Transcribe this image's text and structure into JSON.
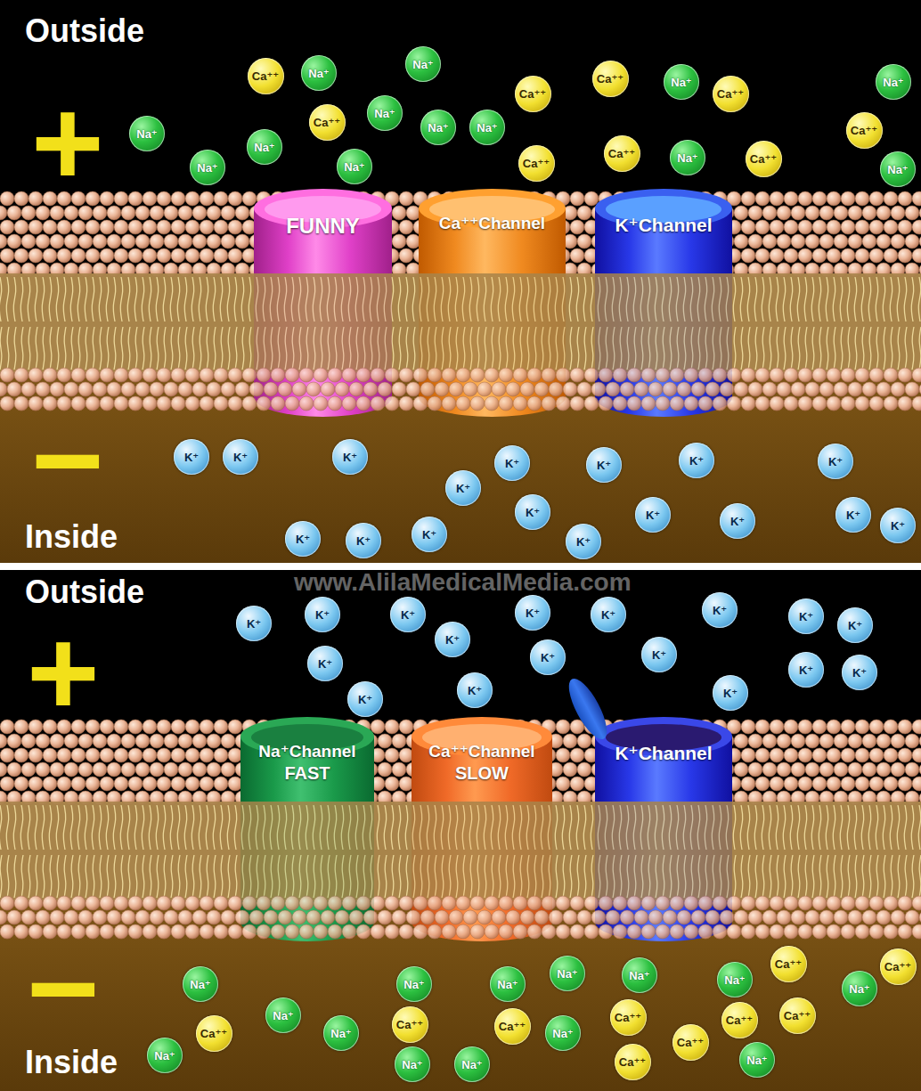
{
  "diagram": {
    "nodes": [
      {
        "text": [
          "Ca⁺⁺"
        ]
      },
      {
        "text": [
          "Na⁺"
        ]
      },
      {
        "text": [
          "Na⁺"
        ]
      },
      {
        "text": [
          "Ca⁺⁺"
        ]
      },
      {
        "text": [
          "Ca⁺⁺"
        ]
      },
      {
        "text": [
          "Na⁺"
        ]
      },
      {
        "text": [
          "Ca⁺⁺"
        ]
      },
      {
        "text": [
          "Na⁺"
        ]
      },
      {
        "text": [
          "Na⁺"
        ]
      },
      {
        "text": [
          "Ca⁺⁺"
        ]
      },
      {
        "text": [
          "Na⁺"
        ]
      },
      {
        "text": [
          "Na⁺"
        ]
      },
      {
        "text": [
          "Na⁺"
        ]
      },
      {
        "text": [
          "Ca⁺⁺"
        ]
      },
      {
        "text": [
          "Na⁺"
        ]
      },
      {
        "text": [
          "Na⁺"
        ]
      },
      {
        "text": [
          "Na⁺"
        ]
      },
      {
        "text": [
          "Ca⁺⁺"
        ]
      },
      {
        "text": [
          "Ca⁺⁺"
        ]
      },
      {
        "text": [
          "Na⁺"
        ]
      },
      {
        "text": [
          "Ca⁺⁺"
        ]
      },
      {
        "text": [
          "Na⁺"
        ]
      },
      {
        "text": [
          "FUNNY"
        ]
      },
      {
        "text": [
          "Ca⁺⁺Channel"
        ]
      },
      {
        "text": [
          "K⁺Channel"
        ]
      },
      {
        "text": [
          "K⁺"
        ]
      },
      {
        "text": [
          "K⁺"
        ]
      },
      {
        "text": [
          "K⁺"
        ]
      },
      {
        "text": [
          "K⁺"
        ]
      },
      {
        "text": [
          "K⁺"
        ]
      },
      {
        "text": [
          "K⁺"
        ]
      },
      {
        "text": [
          "K⁺"
        ]
      },
      {
        "text": [
          "K⁺"
        ]
      },
      {
        "text": [
          "K⁺"
        ]
      },
      {
        "text": [
          "K⁺"
        ]
      },
      {
        "text": [
          "K⁺"
        ]
      },
      {
        "text": [
          "K⁺"
        ]
      },
      {
        "text": [
          "K⁺"
        ]
      },
      {
        "text": [
          "K⁺"
        ]
      },
      {
        "text": [
          "K⁺"
        ]
      },
      {
        "text": [
          "K⁺"
        ]
      },
      {
        "text": [
          "K⁺"
        ]
      },
      {
        "text": [
          "K⁺"
        ]
      },
      {
        "text": [
          "K⁺"
        ]
      },
      {
        "text": [
          "K⁺"
        ]
      },
      {
        "text": [
          "K⁺"
        ]
      },
      {
        "text": [
          "K⁺"
        ]
      },
      {
        "text": [
          "K⁺"
        ]
      },
      {
        "text": [
          "K⁺"
        ]
      },
      {
        "text": [
          "K⁺"
        ]
      },
      {
        "text": [
          "K⁺"
        ]
      },
      {
        "text": [
          "K⁺"
        ]
      },
      {
        "text": [
          "K⁺"
        ]
      },
      {
        "text": [
          "K⁺"
        ]
      },
      {
        "text": [
          "K⁺"
        ]
      },
      {
        "text": [
          "K⁺"
        ]
      },
      {
        "text": [
          "K⁺"
        ]
      },
      {
        "text": [
          "K⁺"
        ]
      },
      {
        "text": [
          "K⁺"
        ]
      },
      {
        "text": [
          "Na⁺Channel",
          "FAST"
        ]
      },
      {
        "text": [
          "Ca⁺⁺Channel",
          "SLOW"
        ]
      },
      {
        "text": [
          "K⁺Channel"
        ]
      },
      {
        "text": [
          "Ca⁺⁺"
        ]
      },
      {
        "text": [
          "Ca⁺⁺"
        ]
      },
      {
        "text": [
          "Na⁺"
        ]
      },
      {
        "text": [
          "Na⁺"
        ]
      },
      {
        "text": [
          "Na⁺"
        ]
      },
      {
        "text": [
          "Na⁺"
        ]
      },
      {
        "text": [
          "Na⁺"
        ]
      },
      {
        "text": [
          "Na⁺"
        ]
      },
      {
        "text": [
          "Na⁺"
        ]
      },
      {
        "text": [
          "Na⁺"
        ]
      },
      {
        "text": [
          "Ca⁺⁺"
        ]
      },
      {
        "text": [
          "Ca⁺⁺"
        ]
      },
      {
        "text": [
          "Ca⁺⁺"
        ]
      },
      {
        "text": [
          "Ca⁺⁺"
        ]
      },
      {
        "text": [
          "Ca⁺⁺"
        ]
      },
      {
        "text": [
          "Ca⁺⁺"
        ]
      },
      {
        "text": [
          "Na⁺"
        ]
      },
      {
        "text": [
          "Na⁺"
        ]
      },
      {
        "text": [
          "Ca⁺⁺"
        ]
      },
      {
        "text": [
          "Na⁺"
        ]
      },
      {
        "text": [
          "Na⁺"
        ]
      },
      {
        "text": [
          "Ca⁺⁺"
        ]
      },
      {
        "text": [
          "Na⁺"
        ]
      },
      {
        "text": [
          "Na⁺"
        ]
      }
    ],
    "labels": [
      "Outside",
      "+",
      "−",
      "Inside",
      "Outside",
      "www.AlilaMedicalMedia.com",
      "+",
      "−",
      "Inside"
    ]
  }
}
